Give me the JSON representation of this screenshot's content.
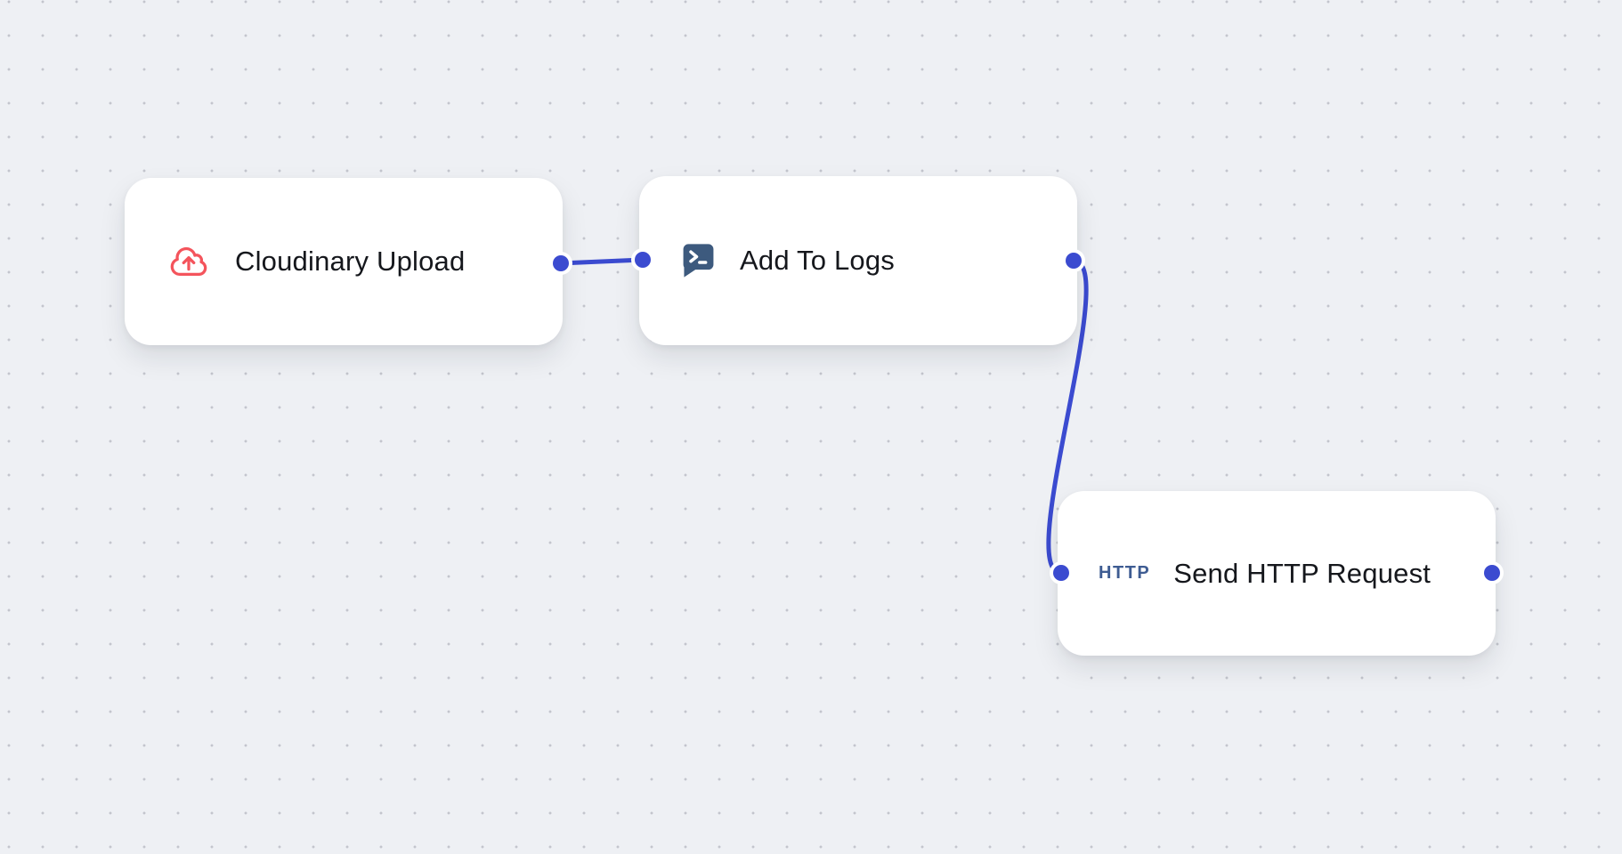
{
  "canvas": {
    "type": "workflow-editor-canvas",
    "background_color": "#eef0f4",
    "dot_color": "#c3c5cd",
    "accent_color": "#3b4bd0",
    "node_title_color": "#15171c"
  },
  "nodes": [
    {
      "id": "cloudinary-upload",
      "label": "Cloudinary Upload",
      "icon": "cloud-upload-icon",
      "icon_color": "#f4545c",
      "handles": [
        "source-right"
      ]
    },
    {
      "id": "add-to-logs",
      "label": "Add To Logs",
      "icon": "terminal-bubble-icon",
      "icon_color": "#3d5a7e",
      "handles": [
        "target-left",
        "source-right"
      ]
    },
    {
      "id": "send-http-request",
      "label": "Send HTTP Request",
      "icon": "http-badge-icon",
      "icon_color": "#3e5c92",
      "icon_text": "HTTP",
      "handles": [
        "target-left",
        "source-right"
      ]
    }
  ],
  "edges": [
    {
      "from": "cloudinary-upload",
      "to": "add-to-logs"
    },
    {
      "from": "add-to-logs",
      "to": "send-http-request"
    }
  ]
}
